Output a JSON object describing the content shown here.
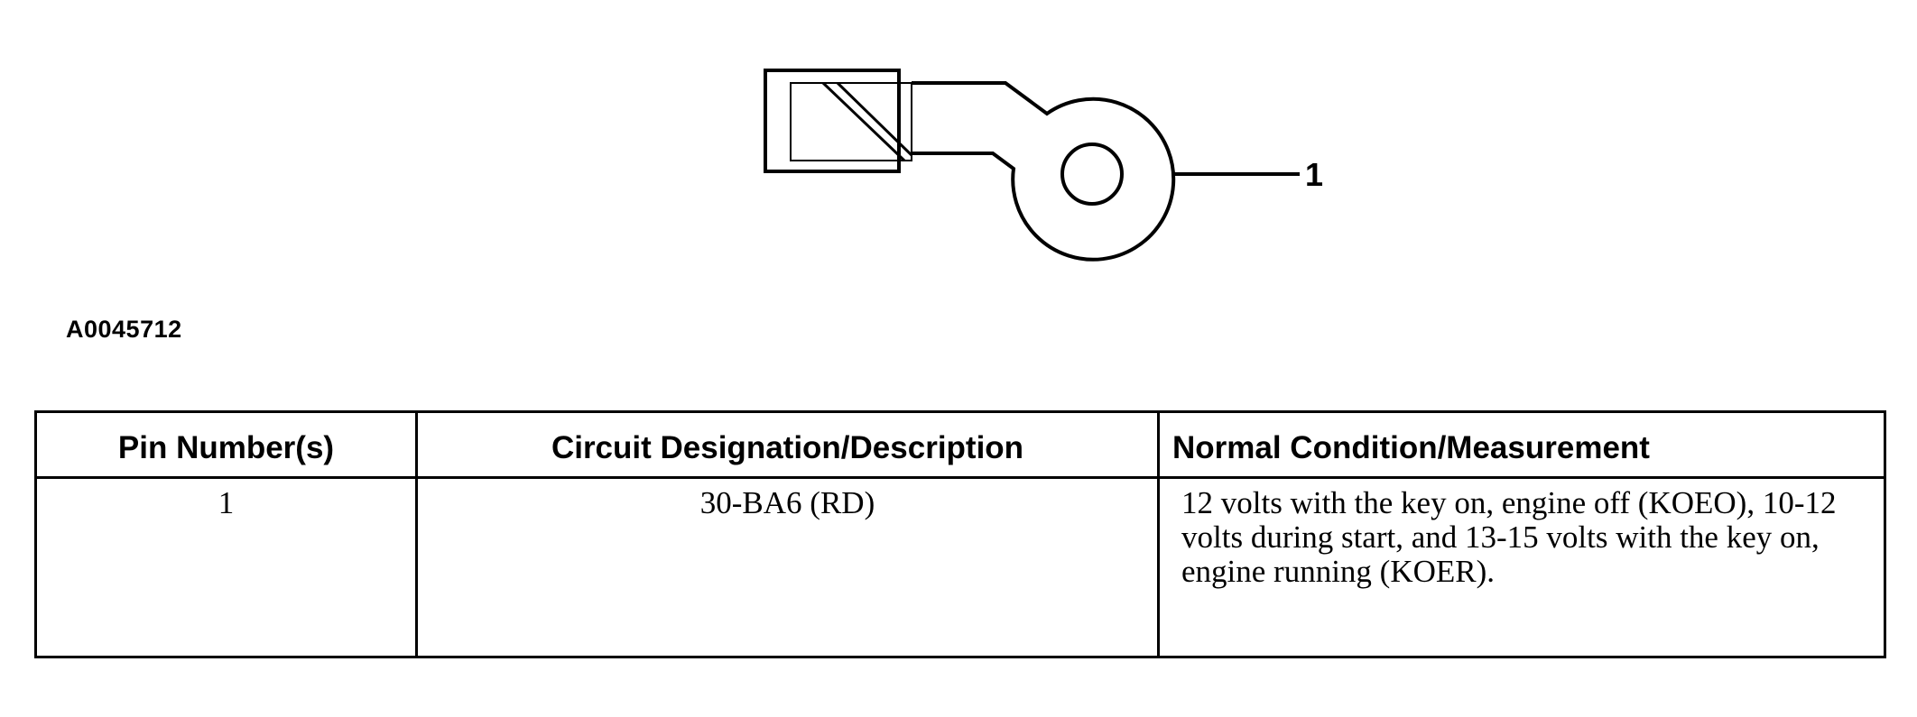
{
  "diagram": {
    "callout_label": "1",
    "figure_id": "A0045712"
  },
  "table": {
    "headers": [
      "Pin Number(s)",
      "Circuit Designation/Description",
      "Normal Condition/Measurement"
    ],
    "rows": [
      {
        "pin": "1",
        "circuit": "30-BA6 (RD)",
        "condition": "12 volts with the key on, engine off (KOEO), 10-12 volts during start, and 13-15 volts with the key on, engine running (KOER)."
      }
    ]
  }
}
